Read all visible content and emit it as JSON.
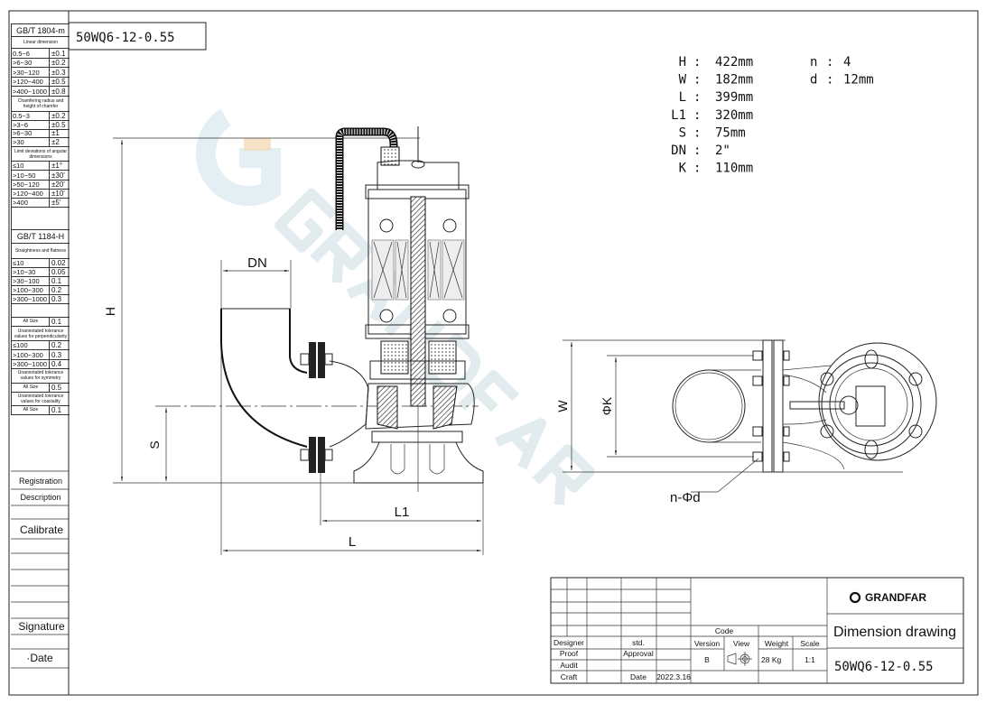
{
  "drawing_title": "50WQ6-12-0.55",
  "watermark": "GRANDFAR",
  "specs": {
    "left": [
      {
        "key": "H",
        "value": "422mm"
      },
      {
        "key": "W",
        "value": "182mm"
      },
      {
        "key": "L",
        "value": "399mm"
      },
      {
        "key": "L1",
        "value": "320mm"
      },
      {
        "key": "S",
        "value": "75mm"
      },
      {
        "key": "DN",
        "value": "2\""
      },
      {
        "key": "K",
        "value": "110mm"
      }
    ],
    "right": [
      {
        "key": "n",
        "value": "4"
      },
      {
        "key": "d",
        "value": "12mm"
      }
    ],
    "separator": ":"
  },
  "dimension_labels": {
    "H": "H",
    "DN": "DN",
    "S": "S",
    "L1": "L1",
    "L": "L",
    "W": "W",
    "K": "ΦK",
    "nd": "n-Φd"
  },
  "tolerance_table": {
    "std1": "GB/T 1804-m",
    "linear_title": "Linear dimension",
    "linear": [
      [
        "0.5~6",
        "±0.1"
      ],
      [
        ">6~30",
        "±0.2"
      ],
      [
        ">30~120",
        "±0.3"
      ],
      [
        ">120~400",
        "±0.5"
      ],
      [
        ">400~1000",
        "±0.8"
      ]
    ],
    "chamfer_title": "Chamfering radius and height of chamfer",
    "chamfer": [
      [
        "0.5~3",
        "±0.2"
      ],
      [
        ">3~6",
        "±0.5"
      ],
      [
        ">6~30",
        "±1"
      ],
      [
        ">30",
        "±2"
      ]
    ],
    "angular_title": "Limit deviations of angular dimensions",
    "angular": [
      [
        "≤10",
        "±1°"
      ],
      [
        ">10~50",
        "±30'"
      ],
      [
        ">50~120",
        "±20'"
      ],
      [
        ">120~400",
        "±10'"
      ],
      [
        ">400",
        "±5'"
      ]
    ],
    "std2": "GB/T 1184-H",
    "straight_title": "Straightness and flatness",
    "straight": [
      [
        "≤10",
        "0.02"
      ],
      [
        ">10~30",
        "0.05"
      ],
      [
        ">30~100",
        "0.1"
      ],
      [
        ">100~300",
        "0.2"
      ],
      [
        ">300~1000",
        "0.3"
      ]
    ],
    "allsize1": [
      "All Size",
      "0.1"
    ],
    "perp_title": "Unannotated tolerance values for perpendicularity",
    "perp": [
      [
        "≤100",
        "0.2"
      ],
      [
        ">100~300",
        "0.3"
      ],
      [
        ">300~1000",
        "0.4"
      ]
    ],
    "sym_title": "Unannotated tolerance values for symmetry",
    "allsize2": [
      "All Size",
      "0.5"
    ],
    "coax_title": "Unannotated tolerance values for coaxiality",
    "allsize3": [
      "All Size",
      "0.1"
    ]
  },
  "side_labels": {
    "registration": "Registration",
    "description": "Description",
    "calibrate": "Calibrate",
    "signature": "Signature",
    "date": "·Date"
  },
  "title_block": {
    "brand": "GRANDFAR",
    "drawing_type": "Dimension drawing",
    "model": "50WQ6-12-0.55",
    "designer": "Designer",
    "std": "std.",
    "proof": "Proof",
    "approval": "Approval",
    "audit": "Audit",
    "craft": "Craft",
    "date_label": "Date",
    "date": "2022.3.16",
    "code": "Code",
    "version": "Version",
    "view": "View",
    "weight": "Weight",
    "scale": "Scale",
    "version_value": "B",
    "weight_value": "28 Kg",
    "scale_value": "1:1"
  },
  "colors": {
    "line": "#222222",
    "watermark": "#cfe0e6",
    "watermark_accent": "#f6dcb8"
  }
}
